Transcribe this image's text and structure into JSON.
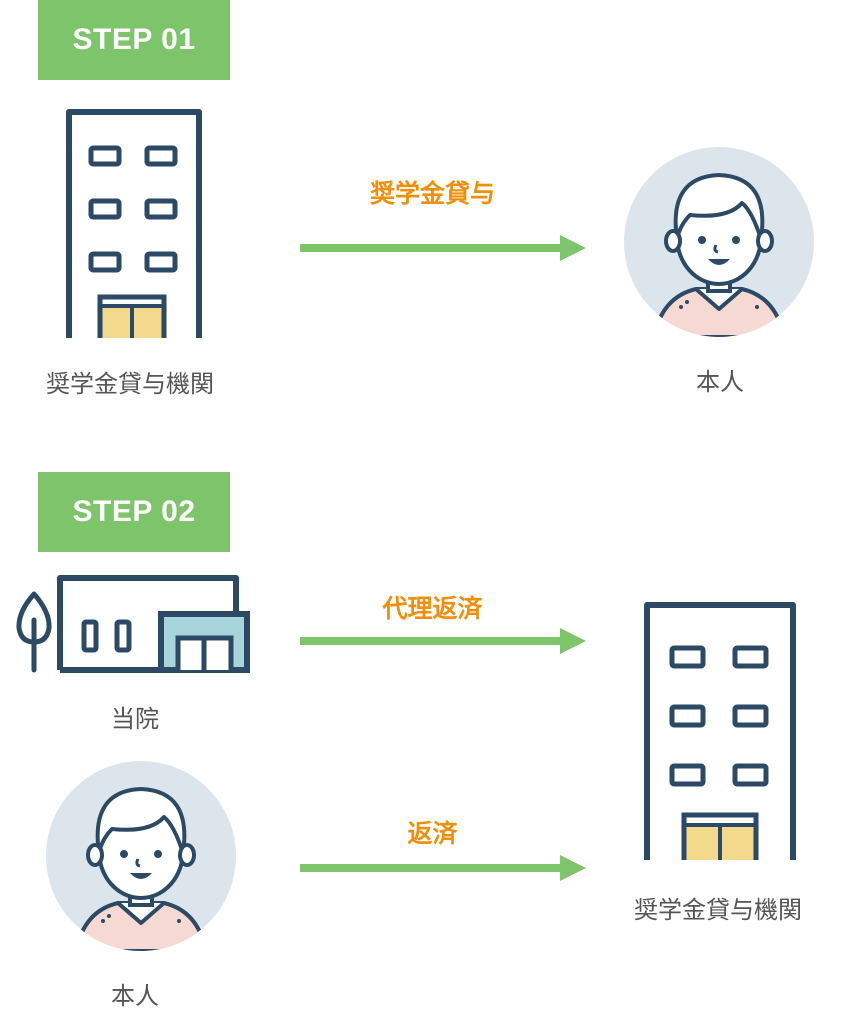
{
  "step1": {
    "badge": "STEP 01",
    "source_label": "奨学金貸与機関",
    "arrow_label": "奨学金貸与",
    "target_label": "本人"
  },
  "step2": {
    "badge": "STEP 02",
    "hospital_label": "当院",
    "person_label": "本人",
    "arrow1_label": "代理返済",
    "arrow2_label": "返済",
    "target_label": "奨学金貸与機関"
  },
  "colors": {
    "badge_green": "#7ec46a",
    "arrow_green": "#7ec46a",
    "arrow_label_orange": "#f0900a",
    "navy": "#2c4a66",
    "door_yellow": "#f3d98c",
    "avatar_bg": "#dde5ec",
    "shirt_pink": "#f7d9d3",
    "hospital_window": "#a8d4dc"
  },
  "icons": [
    "office-building-icon",
    "person-avatar-icon",
    "hospital-building-icon",
    "tree-icon",
    "arrow-right-icon"
  ]
}
